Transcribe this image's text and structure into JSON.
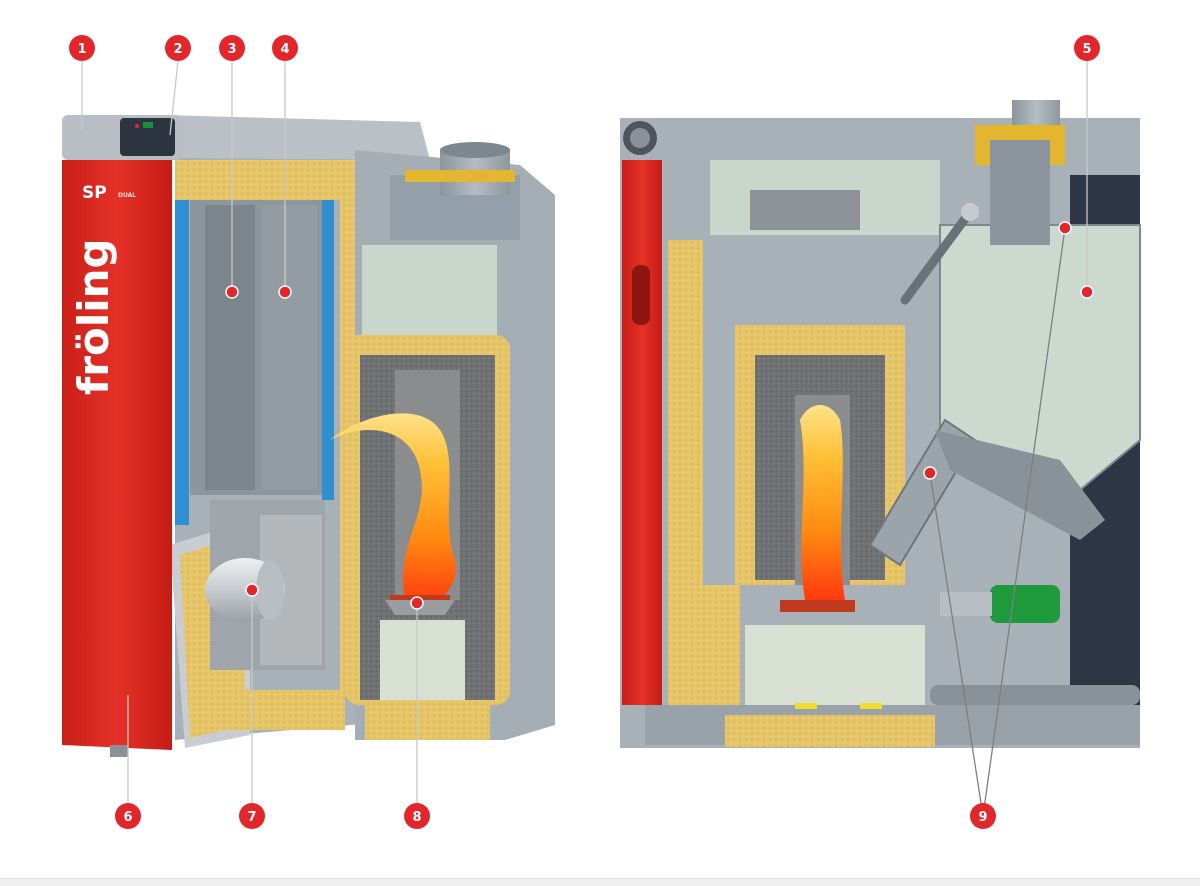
{
  "brand": {
    "logo_text": "fröling",
    "model_text": "SP",
    "model_sub": "DUAL"
  },
  "callouts": [
    {
      "id": "callout-1",
      "number": "1"
    },
    {
      "id": "callout-2",
      "number": "2"
    },
    {
      "id": "callout-3",
      "number": "3"
    },
    {
      "id": "callout-4",
      "number": "4"
    },
    {
      "id": "callout-5",
      "number": "5"
    },
    {
      "id": "callout-6",
      "number": "6"
    },
    {
      "id": "callout-7",
      "number": "7"
    },
    {
      "id": "callout-8",
      "number": "8"
    },
    {
      "id": "callout-9",
      "number": "9"
    }
  ],
  "colors": {
    "callout": "#e3262b",
    "boiler_red": "#e02a22",
    "steel": "#9aa3ab",
    "insulation": "#e8c66a",
    "water_jacket": "#2f8fd0",
    "refractory": "#6f6f70",
    "flame": "#f7a21b",
    "hopper_glass": "#c9d6cc",
    "burner_green": "#1f9a3c",
    "dark_panel": "#2e3646"
  }
}
